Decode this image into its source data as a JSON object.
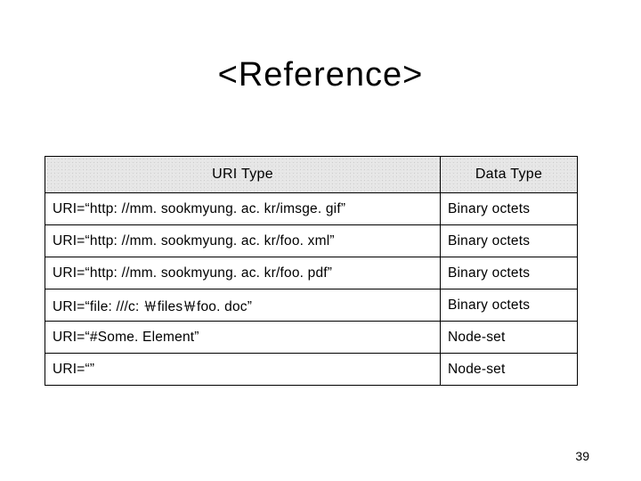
{
  "slide": {
    "title": "<Reference>",
    "page_number": "39"
  },
  "table": {
    "headers": [
      "URI Type",
      "Data Type"
    ],
    "rows": [
      {
        "uri": "URI=“http: //mm. sookmyung. ac. kr/imsge. gif”",
        "data": "Binary octets"
      },
      {
        "uri": "URI=“http: //mm. sookmyung. ac. kr/foo. xml”",
        "data": "Binary octets"
      },
      {
        "uri": "URI=“http: //mm. sookmyung. ac. kr/foo. pdf”",
        "data": "Binary octets"
      },
      {
        "uri": "URI=“file: ///c: ￦files￦foo. doc”",
        "data": "Binary octets"
      },
      {
        "uri": "URI=“#Some. Element”",
        "data": "Node-set"
      },
      {
        "uri": "URI=“”",
        "data": "Node-set"
      }
    ]
  }
}
